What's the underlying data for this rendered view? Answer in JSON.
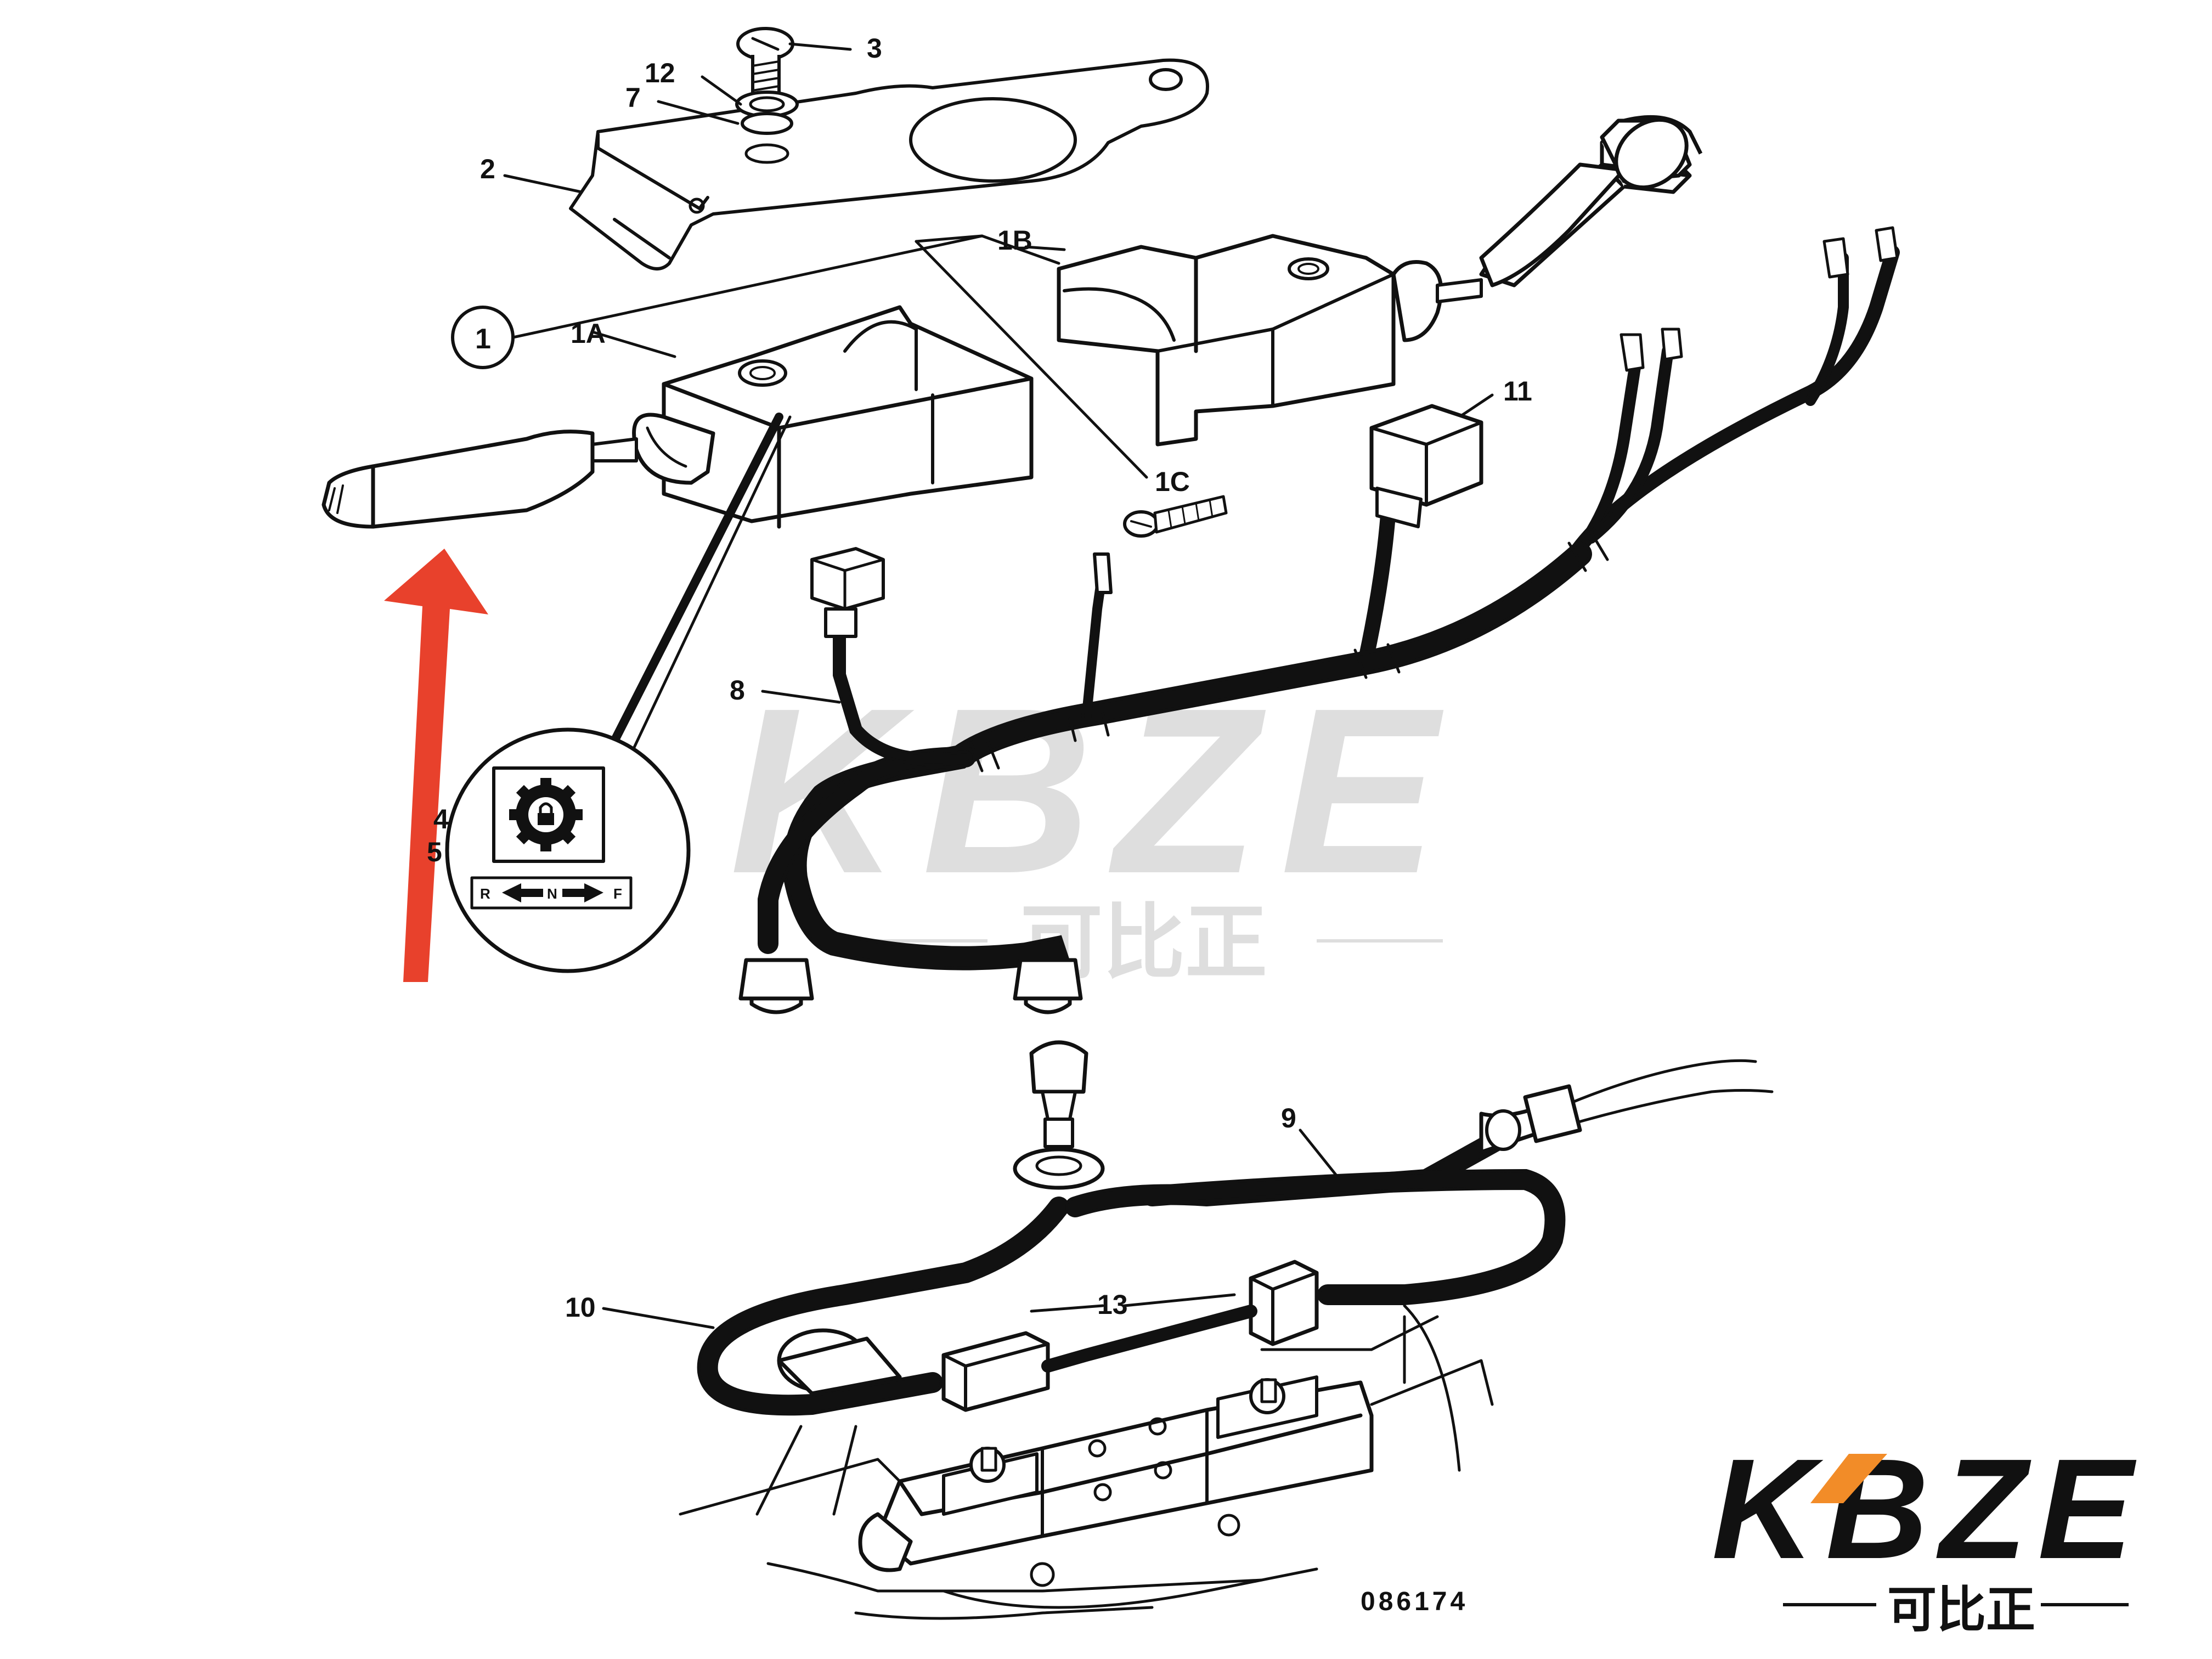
{
  "callouts": {
    "c1": "1",
    "c1a": "1A",
    "c1b": "1B",
    "c1c": "1C",
    "c2": "2",
    "c3": "3",
    "c4": "4",
    "c5": "5",
    "c7": "7",
    "c8": "8",
    "c9": "9",
    "c10": "10",
    "c11": "11",
    "c12": "12",
    "c13": "13"
  },
  "drawing_number": "086174",
  "label_plate": {
    "reverse": "R",
    "neutral": "N",
    "forward": "F"
  },
  "watermark": {
    "brand": "KBZE",
    "chinese": "可比正"
  },
  "logo": {
    "brand": "KBZE",
    "chinese": "可比正"
  },
  "colors": {
    "arrow": "#e8412c",
    "line": "#111111",
    "watermark": "#d9d9d9",
    "watermark_accent": "#f5c79a",
    "logo_accent": "#f28c28"
  },
  "icons": {
    "arrow": "red-arrow-icon",
    "gear_lock": "gear-lock-icon",
    "direction": "direction-arrows-icon"
  }
}
